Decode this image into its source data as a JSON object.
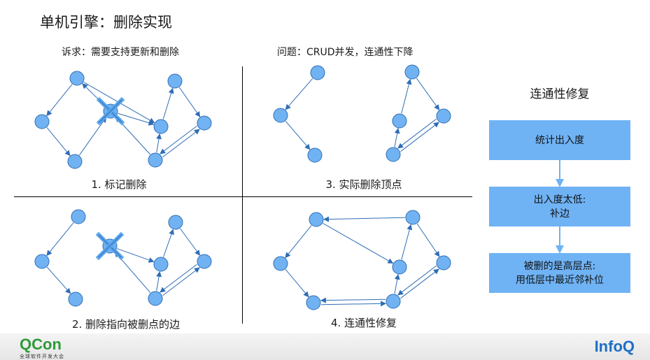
{
  "title": "单机引擎：删除实现",
  "requirement": "诉求：需要支持更新和删除",
  "problem": "问题：CRUD并发，连通性下降",
  "captions": {
    "step1": "1. 标记删除",
    "step2": "2. 删除指向被删点的边",
    "step3": "3. 实际删除顶点",
    "step4": "4. 连通性修复"
  },
  "flow": {
    "title": "连通性修复",
    "steps": [
      "统计出入度",
      "出入度太低:\n补边",
      "被删的是高层点:\n用低层中最近邻补位"
    ]
  },
  "colors": {
    "node_fill": "#71b3f2",
    "node_stroke": "#2f6db6",
    "box_fill": "#6fb3f5",
    "arrow": "#6fb3f5"
  },
  "footer": {
    "brand_left": "QCon",
    "brand_left_sub": "全球软件开发大会",
    "brand_right": "InfoQ"
  }
}
